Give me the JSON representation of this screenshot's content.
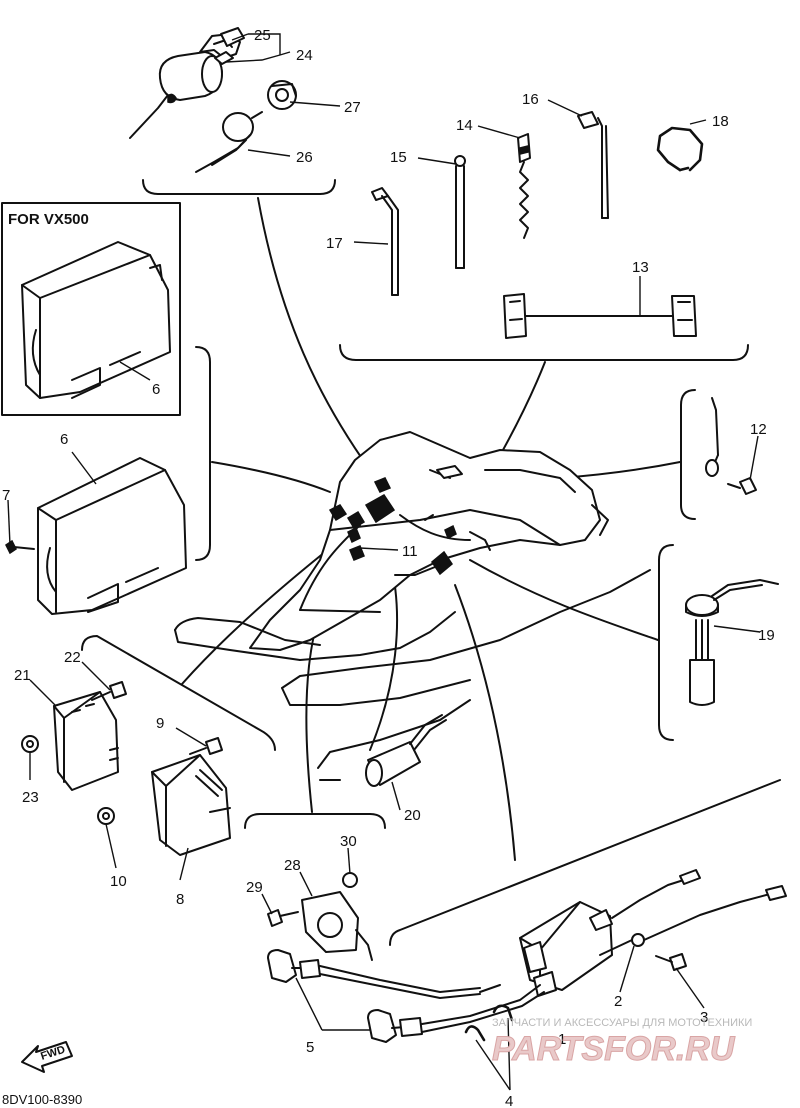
{
  "box_title": "FOR VX500",
  "diagram_code": "8DV100-8390",
  "fwd_label": "FWD",
  "watermark_small": "ЗАПЧАСТИ И АКСЕССУАРЫ ДЛЯ МОТОТЕХНИКИ",
  "watermark_big": "PARTSFOR.RU",
  "callouts": [
    "1",
    "2",
    "3",
    "4",
    "5",
    "6",
    "6",
    "7",
    "8",
    "9",
    "10",
    "11",
    "12",
    "13",
    "14",
    "15",
    "16",
    "17",
    "18",
    "19",
    "20",
    "21",
    "22",
    "23",
    "24",
    "25",
    "26",
    "27",
    "28",
    "29",
    "30"
  ]
}
